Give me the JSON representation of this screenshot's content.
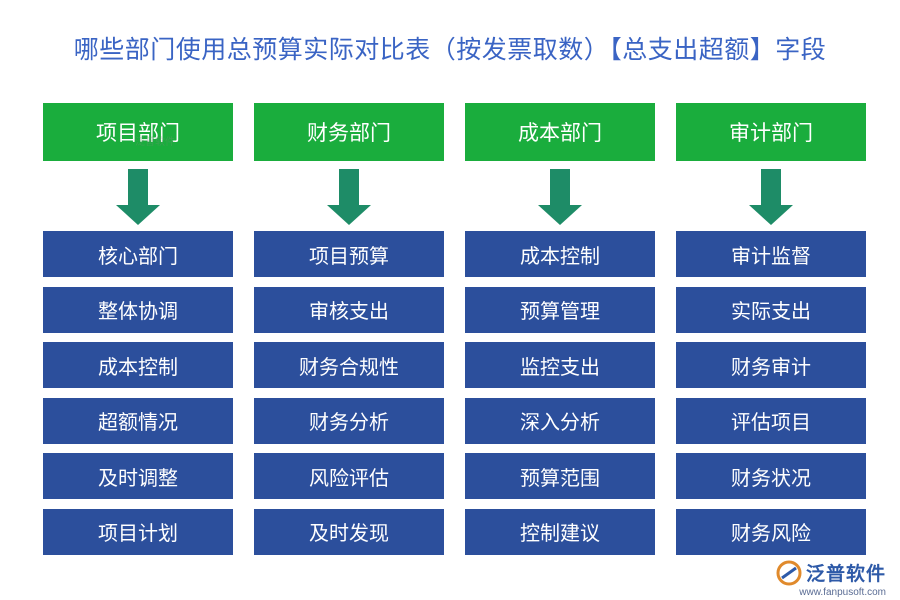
{
  "title": "哪些部门使用总预算实际对比表（按发票取数）【总支出超额】字段",
  "columns": [
    {
      "head": "项目部门",
      "items": [
        "核心部门",
        "整体协调",
        "成本控制",
        "超额情况",
        "及时调整",
        "项目计划"
      ]
    },
    {
      "head": "财务部门",
      "items": [
        "项目预算",
        "审核支出",
        "财务合规性",
        "财务分析",
        "风险评估",
        "及时发现"
      ]
    },
    {
      "head": "成本部门",
      "items": [
        "成本控制",
        "预算管理",
        "监控支出",
        "深入分析",
        "预算范围",
        "控制建议"
      ]
    },
    {
      "head": "审计部门",
      "items": [
        "审计监督",
        "实际支出",
        "财务审计",
        "评估项目",
        "财务状况",
        "财务风险"
      ]
    }
  ],
  "watermark": {
    "small": "泛普软件",
    "logo_name": "泛普软件",
    "url": "www.fanpusoft.com"
  },
  "colors": {
    "title": "#3a64c4",
    "head": "#1aad3d",
    "arrow": "#1e8c67",
    "item": "#2c4f9c"
  }
}
